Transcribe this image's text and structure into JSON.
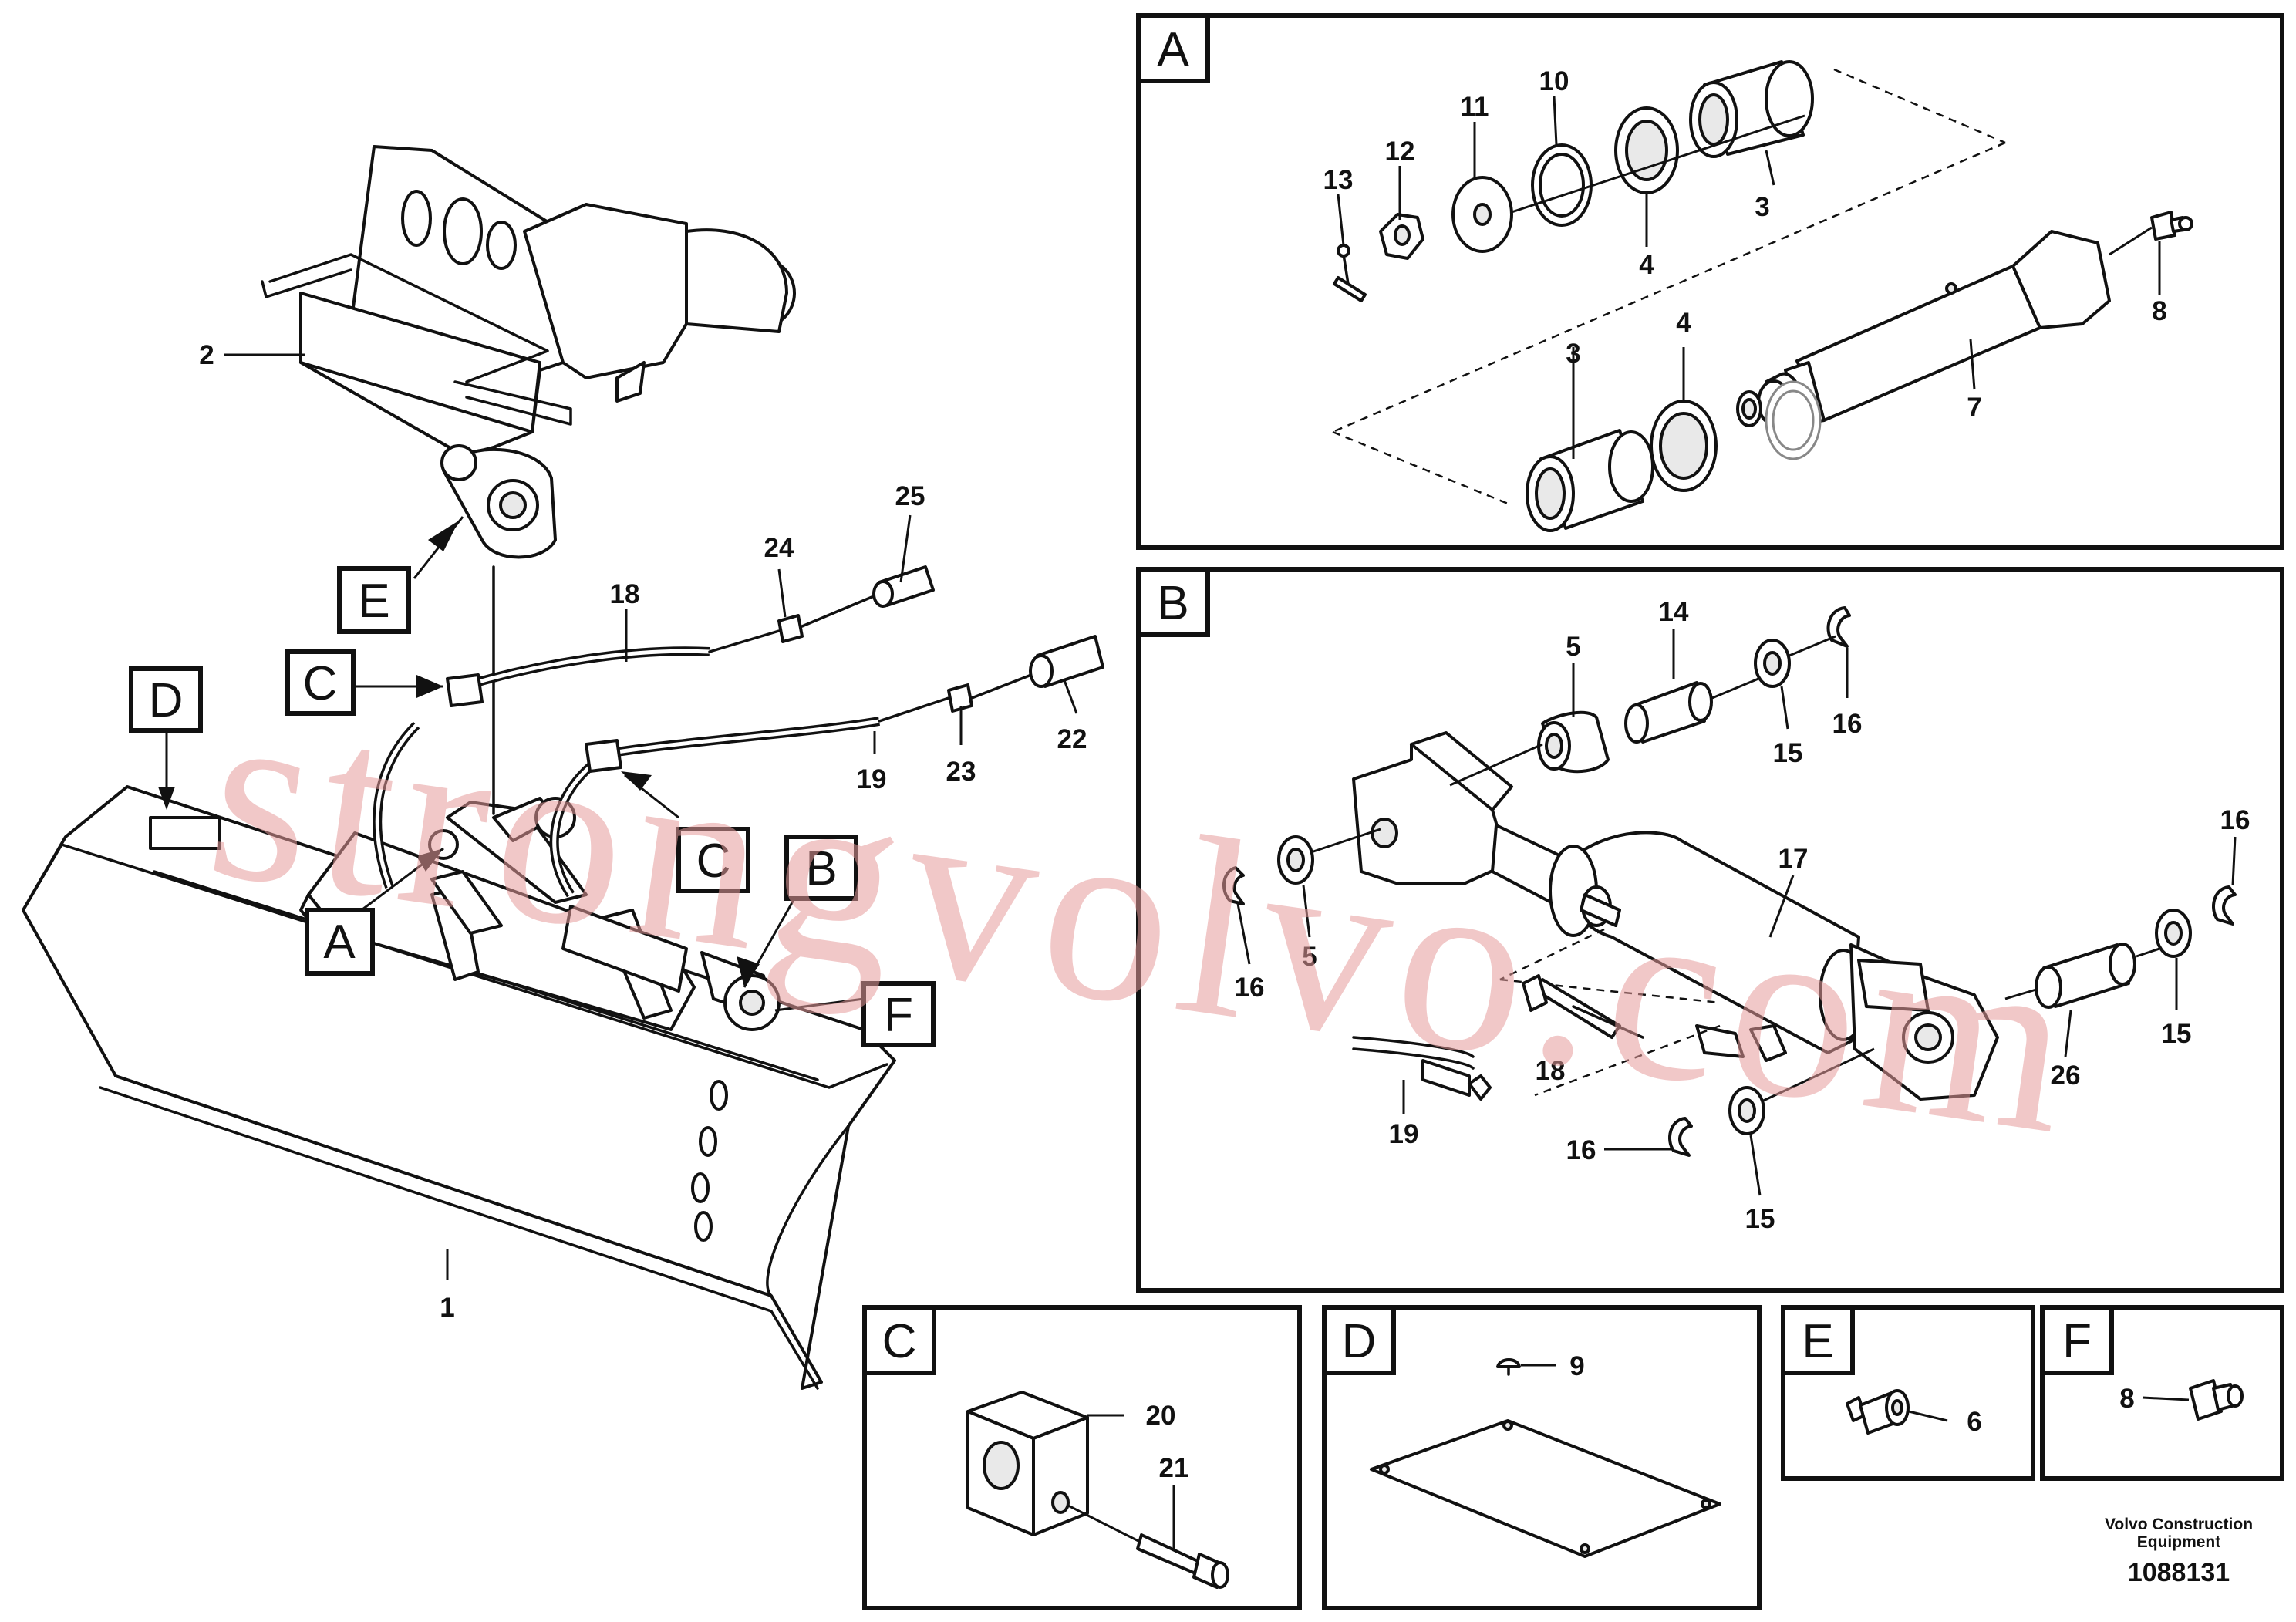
{
  "watermark": "strongvolvo.com",
  "credit": {
    "line1": "Volvo Construction",
    "line2": "Equipment",
    "doc_id": "1088131"
  },
  "callout_tags": {
    "E": "E",
    "C1": "C",
    "C2": "C",
    "D": "D",
    "A": "A",
    "B": "B",
    "F": "F"
  },
  "main_labels": {
    "n1": "1",
    "n2": "2",
    "n18": "18",
    "n19": "19",
    "n22": "22",
    "n23": "23",
    "n24": "24",
    "n25": "25"
  },
  "panel_a": {
    "title": "A",
    "labels": {
      "n3a": "3",
      "n3b": "3",
      "n4a": "4",
      "n4b": "4",
      "n7": "7",
      "n8": "8",
      "n10": "10",
      "n11": "11",
      "n12": "12",
      "n13": "13"
    }
  },
  "panel_b": {
    "title": "B",
    "labels": {
      "n5a": "5",
      "n5b": "5",
      "n14": "14",
      "n15a": "15",
      "n15b": "15",
      "n15c": "15",
      "n16a": "16",
      "n16b": "16",
      "n16c": "16",
      "n16d": "16",
      "n17": "17",
      "n18": "18",
      "n19": "19",
      "n26": "26"
    }
  },
  "panel_c": {
    "title": "C",
    "labels": {
      "n20": "20",
      "n21": "21"
    }
  },
  "panel_d": {
    "title": "D",
    "labels": {
      "n9": "9"
    }
  },
  "panel_e": {
    "title": "E",
    "labels": {
      "n6": "6"
    }
  },
  "panel_f": {
    "title": "F",
    "labels": {
      "n8": "8"
    }
  }
}
